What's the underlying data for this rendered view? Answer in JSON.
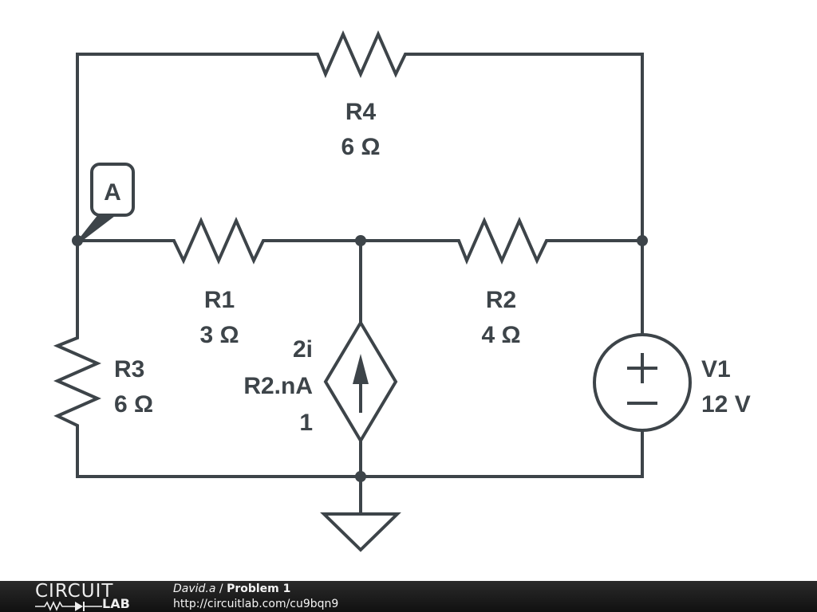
{
  "schematic": {
    "components": {
      "R4": {
        "name": "R4",
        "value": "6 Ω",
        "type": "resistor"
      },
      "R1": {
        "name": "R1",
        "value": "3 Ω",
        "type": "resistor"
      },
      "R2": {
        "name": "R2",
        "value": "4 Ω",
        "type": "resistor"
      },
      "R3": {
        "name": "R3",
        "value": "6 Ω",
        "type": "resistor"
      },
      "V1": {
        "name": "V1",
        "value": "12 V",
        "type": "voltage-source",
        "plus": "+",
        "minus": "−"
      },
      "I_dep": {
        "type": "dependent-current-source",
        "gain": "2i",
        "control": "R2.nA",
        "extra": "1"
      }
    },
    "node_label": "A",
    "ground": "ground"
  },
  "footer": {
    "logo_top": "CIRCUIT",
    "logo_bottom": "LAB",
    "author": "David.a",
    "separator": " / ",
    "title": "Problem 1",
    "url": "http://circuitlab.com/cu9bqn9"
  }
}
